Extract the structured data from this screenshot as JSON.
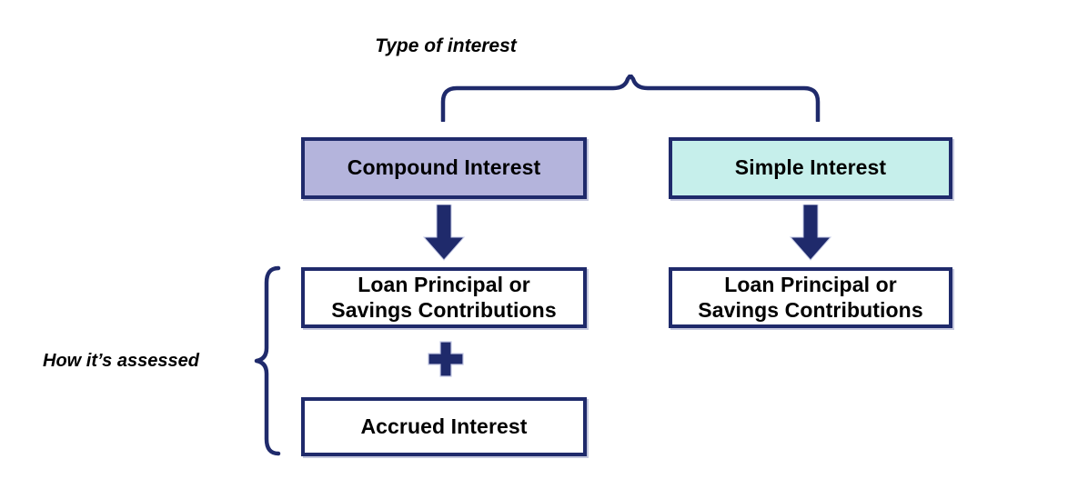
{
  "diagram": {
    "title_caption": "Type of interest",
    "side_caption": "How it’s assessed",
    "colors": {
      "navy": "#1f2a6b",
      "compound_fill": "#b4b4dc",
      "simple_fill": "#c6efeb",
      "plain_fill": "#ffffff",
      "text": "#000000"
    },
    "columns": [
      {
        "header": "Compound Interest",
        "components": [
          "Loan Principal or\nSavings Contributions",
          "Accrued Interest"
        ],
        "operator": "plus"
      },
      {
        "header": "Simple Interest",
        "components": [
          "Loan Principal or\nSavings Contributions"
        ],
        "operator": null
      }
    ],
    "nodes": {
      "compound_interest": "Compound Interest",
      "simple_interest": "Simple Interest",
      "principal_line1": "Loan Principal or",
      "principal_line2": "Savings Contributions",
      "principal_right_line1": "Loan Principal or",
      "principal_right_line2": "Savings Contributions",
      "accrued_interest": "Accrued Interest"
    },
    "icons": {
      "arrow_left": "arrow-down-icon",
      "arrow_right": "arrow-down-icon",
      "plus": "plus-icon",
      "brace_top": "curly-brace-down-icon",
      "brace_left": "curly-brace-right-icon"
    }
  }
}
